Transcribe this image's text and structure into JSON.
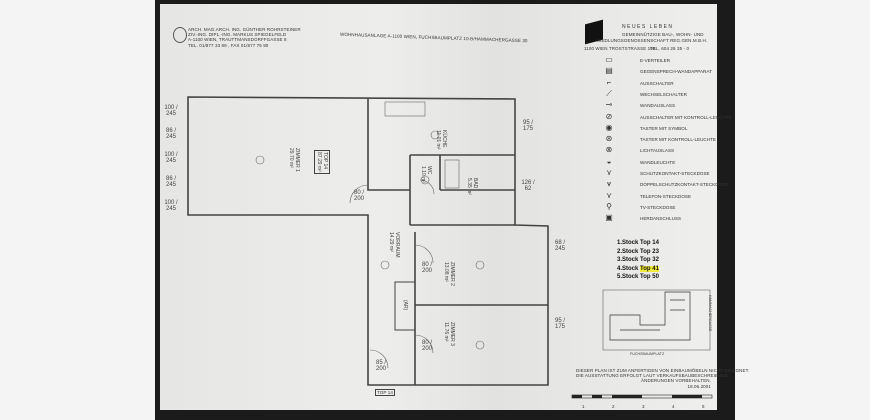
{
  "architect": {
    "lines": [
      "ARCH. MAG.ARCH. ING. GÜNTHER ROHRSTEINER",
      "ZIV.-ING. DIPL.-ING. MARKUS SPIEGELFELD",
      "A-1100 WIEN, TRAUTTMANSDORFFGASSE 8",
      "TEL. 01/877 33 89 , FAX 01/877 75 90"
    ]
  },
  "project_title": "WOHNHAUSANLAGE A-1100 WIEN, FUCHSBAUMPLATZ 10-B/HAMMACHERGASSE 30",
  "company": {
    "name": "NEUES LEBEN",
    "line1": "GEMEINNÜTZIGE BAU-, WOHN- UND",
    "line2": "SIEDLUNGSGENOSSENSCHAFT REG.GEN.M.B.H.",
    "address": "1100 WIEN TROSTSTRASSE 108",
    "phone": "TEL. 604 26 35 - 0"
  },
  "legend": [
    {
      "icon": "distribution-board-icon",
      "label": "E-VERTEILER"
    },
    {
      "icon": "intercom-icon",
      "label": "GEGENSPRECH-WANDAPPARAT"
    },
    {
      "icon": "switch-icon",
      "label": "AUSSCHALTER"
    },
    {
      "icon": "two-way-switch-icon",
      "label": "WECHSELSCHALTER"
    },
    {
      "icon": "wall-outlet-icon",
      "label": "WANDAUSLASS"
    },
    {
      "icon": "switch-with-light-icon",
      "label": "AUSSCHALTER MIT KONTROLL-LEUCHTE"
    },
    {
      "icon": "button-symbol-icon",
      "label": "TASTER MIT SYMBOL"
    },
    {
      "icon": "button-light-icon",
      "label": "TASTER MIT KONTROLL-LEUCHTE"
    },
    {
      "icon": "light-outlet-icon",
      "label": "LICHTAUSLASS"
    },
    {
      "icon": "wall-lamp-icon",
      "label": "WANDLEUCHTE"
    },
    {
      "icon": "socket-icon",
      "label": "SCHUTZKONTAKT-STECKDOSE"
    },
    {
      "icon": "double-socket-icon",
      "label": "DOPPELSCHUTZKONTAKT-STECKDOSE"
    },
    {
      "icon": "phone-socket-icon",
      "label": "TELEFON-STECKDOSE"
    },
    {
      "icon": "tv-socket-icon",
      "label": "TV-STECKDOSE"
    },
    {
      "icon": "stove-connection-icon",
      "label": "HERDANSCHLUSS"
    }
  ],
  "stock_list": [
    {
      "floor": "1.Stock",
      "top": "Top 14",
      "highlighted": false
    },
    {
      "floor": "2.Stock",
      "top": "Top 23",
      "highlighted": false
    },
    {
      "floor": "3.Stock",
      "top": "Top 32",
      "highlighted": false
    },
    {
      "floor": "4.Stock",
      "top": "Top 41",
      "highlighted": true
    },
    {
      "floor": "5.Stock",
      "top": "Top 50",
      "highlighted": false
    }
  ],
  "highlight_color": "#f1ea3a",
  "site_plan": {
    "street_bottom": "FUCHSBAUMPLATZ",
    "street_right": "HAMMACHERGASSE"
  },
  "rooms": {
    "zimmer1": {
      "name": "ZIMMER 1",
      "area": "29.70 m²"
    },
    "top_label": {
      "name": "TOP 14",
      "area": "87.29 m²"
    },
    "kueche": {
      "name": "KÜCHE",
      "area": "11.01 m²"
    },
    "bad": {
      "name": "BAD",
      "area": "5.35 m²"
    },
    "wc": {
      "name": "WC",
      "area": "1.10 m²"
    },
    "vorraum": {
      "name": "VORRAUM",
      "area": "14.29 m²"
    },
    "zimmer2": {
      "name": "ZIMMER 2",
      "area": "13.08 m²"
    },
    "zimmer3": {
      "name": "ZIMMER 3",
      "area": "11.76 m²"
    },
    "ar": "(AR)",
    "entrance": "TOP 14"
  },
  "dimensions": {
    "left": [
      "100 / 245",
      "86 / 245",
      "100 / 245",
      "86 / 245",
      "100 / 245"
    ],
    "door": "80 / 200",
    "entry_door": "85 / 200",
    "right_kitchen": "95 / 175",
    "right_bath": "126 / 62",
    "right_room": "68 / 245",
    "right_room3": "95 / 175"
  },
  "notice": [
    "DIESER PLAN IST ZUM ANFERTIGEN VON EINBAUMÖBELN NICHT GEEIGNET.",
    "DIE AUSSTATTUNG ERFOLGT LAUT VERKAUFSBAUBESCHREIBUNG.",
    "ÄNDERUNGEN VORBEHALTEN.",
    "18.06.2001"
  ],
  "scale_ticks": [
    "1",
    "2",
    "3",
    "4",
    "5"
  ]
}
